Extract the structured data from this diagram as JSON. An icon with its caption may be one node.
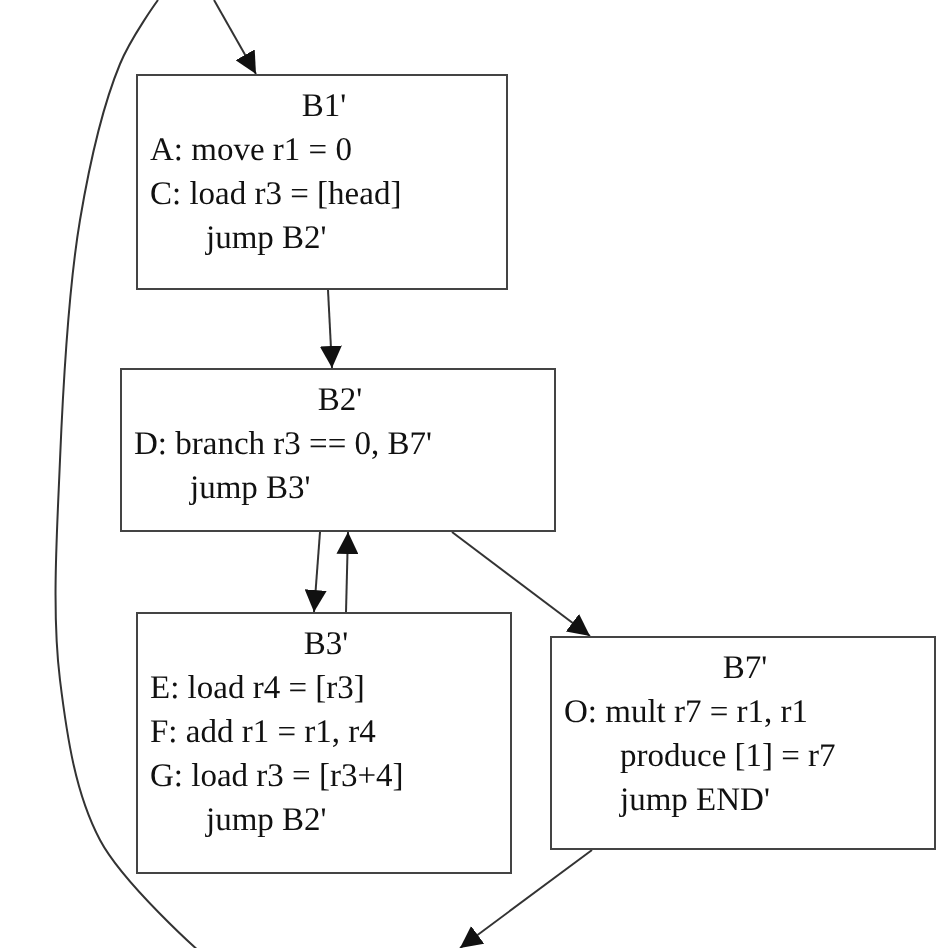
{
  "diagram": {
    "nodes": [
      {
        "text": [
          "B1'",
          "A: move r1 = 0",
          "C: load r3 = [head]",
          "jump B2'"
        ]
      },
      {
        "text": [
          "B2'",
          "D: branch r3 == 0, B7'",
          "jump B3'"
        ]
      },
      {
        "text": [
          "B3'",
          "E: load r4 = [r3]",
          "F: add r1 = r1, r4",
          "G: load r3 = [r3+4]",
          "jump B2'"
        ]
      },
      {
        "text": [
          "B7'",
          "O: mult r7 = r1, r1",
          "produce [1] = r7",
          "jump END'"
        ]
      }
    ],
    "edges": [
      {
        "from": null,
        "to": 0,
        "arrow": "to"
      },
      {
        "from": 0,
        "to": 1,
        "arrow": "to"
      },
      {
        "from": 1,
        "to": 2,
        "arrow": "to"
      },
      {
        "from": 2,
        "to": 1,
        "arrow": "to"
      },
      {
        "from": 1,
        "to": 3,
        "arrow": "to"
      },
      {
        "from": 3,
        "to": null,
        "arrow": "to"
      }
    ]
  }
}
